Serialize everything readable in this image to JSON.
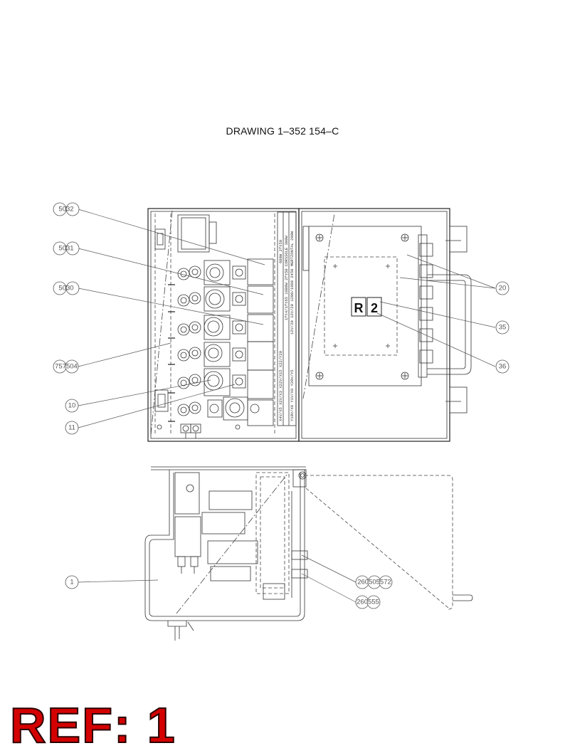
{
  "drawing": {
    "title": "DRAWING 1–352 154–C",
    "ref": "REF: 1"
  },
  "callouts": {
    "c5032": "5032",
    "c5031": "5031",
    "c5030": "5030",
    "c757504": "757504",
    "c10": "10",
    "c11": "11",
    "c20": "20",
    "c35": "35",
    "c36": "36",
    "c1": "1",
    "c260505572": "260505572",
    "c260555": "260555"
  },
  "panel_tag": {
    "letter": "R",
    "number": "2"
  },
  "strip_labels": {
    "row1": "600W 2ft50",
    "row2": "1ft4/1ft65  1800W 2ft50 CORSSOLE 300W",
    "row3": "12V/20  12V/20  1200/1800 2450 MGRTZONTAL 200W",
    "row4": "X4V/X5  X2V/X3  X22V/X15  X22/Y20",
    "row5": "Y10V/X9  Y1V/X8  Y20V/Y5"
  }
}
